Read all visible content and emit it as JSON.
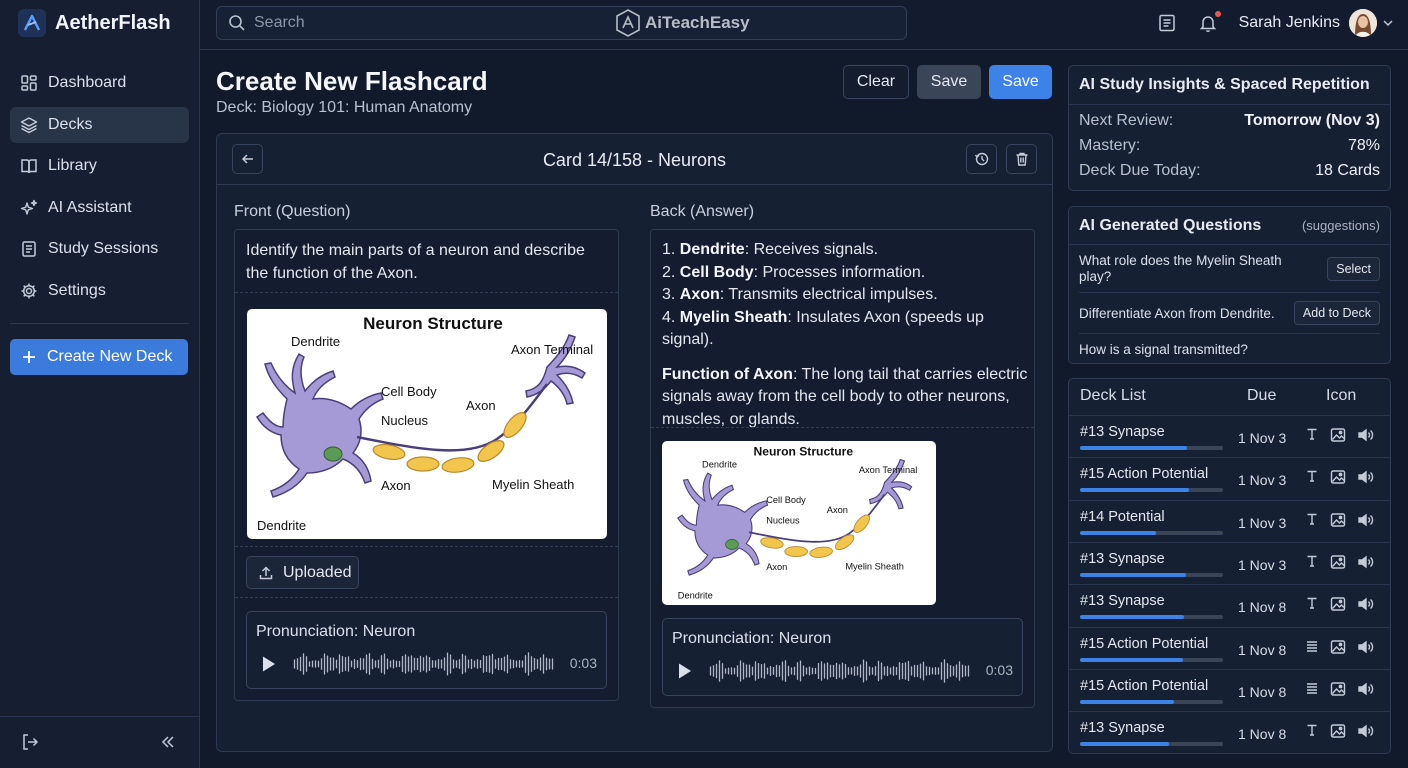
{
  "app": {
    "name": "AetherFlash",
    "watermark": "AiTeachEasy"
  },
  "sidebar": {
    "items": [
      {
        "label": "Dashboard",
        "icon": "dashboard-icon",
        "active": false
      },
      {
        "label": "Decks",
        "icon": "layers-icon",
        "active": true
      },
      {
        "label": "Library",
        "icon": "book-icon",
        "active": false
      },
      {
        "label": "AI Assistant",
        "icon": "sparkles-icon",
        "active": false
      },
      {
        "label": "Study Sessions",
        "icon": "notebook-icon",
        "active": false
      },
      {
        "label": "Settings",
        "icon": "gear-icon",
        "active": false
      }
    ],
    "create_label": "Create New Deck"
  },
  "topbar": {
    "search_placeholder": "Search",
    "user_name": "Sarah Jenkins"
  },
  "header": {
    "title": "Create New Flashcard",
    "deck": "Deck: Biology 101: Human Anatomy",
    "clear_label": "Clear",
    "save_label": "Save",
    "save_primary_label": "Save"
  },
  "editor": {
    "card_title": "Card 14/158 - Neurons",
    "front": {
      "label": "Front (Question)",
      "question": "Identify the main parts of a neuron and describe the function of the Axon.",
      "upload_label": "Uploaded",
      "audio_label": "Pronunciation: Neuron",
      "audio_time": "0:03"
    },
    "back": {
      "label": "Back (Answer)",
      "answers": [
        {
          "num": "1.",
          "term": "Dendrite",
          "desc": ": Receives signals."
        },
        {
          "num": "2.",
          "term": "Cell Body",
          "desc": ": Processes information."
        },
        {
          "num": "3.",
          "term": "Axon",
          "desc": ": Transmits electrical impulses."
        },
        {
          "num": "4.",
          "term": "Myelin Sheath",
          "desc": ": Insulates Axon (speeds up signal)."
        }
      ],
      "function_term": "Function of Axon",
      "function_desc": ": The long tail that carries electric signals away from the cell body to other neurons, muscles, or glands.",
      "audio_label": "Pronunciation: Neuron",
      "audio_time": "0:03"
    },
    "diagram": {
      "title": "Neuron Structure",
      "labels": {
        "dendrite": "Dendrite",
        "dendrite2": "Dendrite",
        "cell_body": "Cell Body",
        "nucleus": "Nucleus",
        "axon": "Axon",
        "axon2": "Axon",
        "axon_terminal": "Axon Terminal",
        "myelin": "Myelin Sheath"
      }
    }
  },
  "insights": {
    "title": "AI Study Insights & Spaced Repetition",
    "next_review_label": "Next Review:",
    "next_review": "Tomorrow (Nov 3)",
    "mastery_label": "Mastery:",
    "mastery": "78%",
    "due_label": "Deck Due Today:",
    "due": "18 Cards"
  },
  "ai_questions": {
    "title": "AI Generated Questions",
    "hint": "(suggestions)",
    "items": [
      {
        "text": "What role does the Myelin Sheath play?",
        "action": "Select"
      },
      {
        "text": "Differentiate Axon from Dendrite.",
        "action": "Add to Deck"
      },
      {
        "text": "How is a signal transmitted?",
        "action": ""
      }
    ]
  },
  "deck_list": {
    "headers": {
      "name": "Deck List",
      "due": "Due",
      "icon": "Icon"
    },
    "rows": [
      {
        "name": "#13 Synapse",
        "due": "1 Nov 3",
        "progress": 0.75,
        "type_icon": "text-icon"
      },
      {
        "name": "#15 Action Potential",
        "due": "1 Nov 3",
        "progress": 0.76,
        "type_icon": "text-icon"
      },
      {
        "name": "#14 Potential",
        "due": "1 Nov 3",
        "progress": 0.53,
        "type_icon": "text-icon"
      },
      {
        "name": "#13 Synapse",
        "due": "1 Nov 3",
        "progress": 0.74,
        "type_icon": "text-icon"
      },
      {
        "name": "#13 Synapse",
        "due": "1 Nov 8",
        "progress": 0.73,
        "type_icon": "text-icon"
      },
      {
        "name": "#15 Action Potential",
        "due": "1 Nov 8",
        "progress": 0.72,
        "type_icon": "list-icon"
      },
      {
        "name": "#15 Action Potential",
        "due": "1 Nov 8",
        "progress": 0.66,
        "type_icon": "list-icon"
      },
      {
        "name": "#13 Synapse",
        "due": "1 Nov 8",
        "progress": 0.62,
        "type_icon": "text-icon"
      }
    ]
  },
  "colors": {
    "accent": "#3d82e6",
    "background": "#111a2b",
    "panel": "#162033"
  }
}
